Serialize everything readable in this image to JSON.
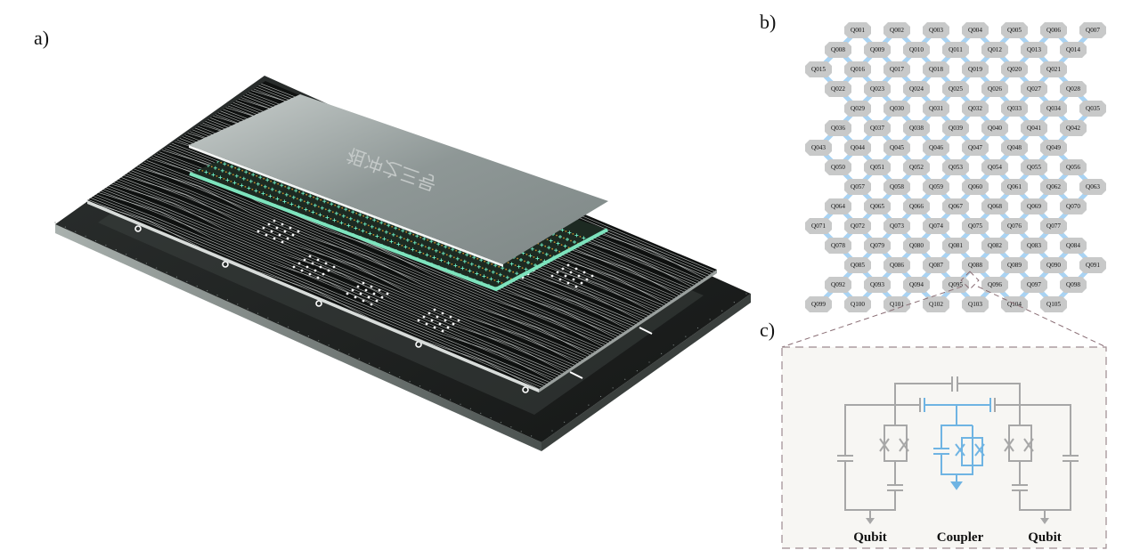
{
  "panel_labels": {
    "a": "a)",
    "b": "b)",
    "c": "c)"
  },
  "chip": {
    "lettering": "祖冲之三号"
  },
  "qubit_grid": {
    "qubits": [
      "Q001",
      "Q002",
      "Q003",
      "Q004",
      "Q005",
      "Q006",
      "Q007",
      "Q008",
      "Q009",
      "Q010",
      "Q011",
      "Q012",
      "Q013",
      "Q014",
      "Q015",
      "Q016",
      "Q017",
      "Q018",
      "Q019",
      "Q020",
      "Q021",
      "Q022",
      "Q023",
      "Q024",
      "Q025",
      "Q026",
      "Q027",
      "Q028",
      "Q029",
      "Q030",
      "Q031",
      "Q032",
      "Q033",
      "Q034",
      "Q035",
      "Q036",
      "Q037",
      "Q038",
      "Q039",
      "Q040",
      "Q041",
      "Q042",
      "Q043",
      "Q044",
      "Q045",
      "Q046",
      "Q047",
      "Q048",
      "Q049",
      "Q050",
      "Q051",
      "Q052",
      "Q053",
      "Q054",
      "Q055",
      "Q056",
      "Q057",
      "Q058",
      "Q059",
      "Q060",
      "Q061",
      "Q062",
      "Q063",
      "Q064",
      "Q065",
      "Q066",
      "Q067",
      "Q068",
      "Q069",
      "Q070",
      "Q071",
      "Q072",
      "Q073",
      "Q074",
      "Q075",
      "Q076",
      "Q077",
      "Q078",
      "Q079",
      "Q080",
      "Q081",
      "Q082",
      "Q083",
      "Q084",
      "Q085",
      "Q086",
      "Q087",
      "Q088",
      "Q089",
      "Q090",
      "Q091",
      "Q092",
      "Q093",
      "Q094",
      "Q095",
      "Q096",
      "Q097",
      "Q098",
      "Q099",
      "Q100",
      "Q101",
      "Q102",
      "Q103",
      "Q104",
      "Q105"
    ],
    "qubits_per_row": 7,
    "rows": 15
  },
  "circuit": {
    "labels": {
      "qubit_left": "Qubit",
      "coupler": "Coupler",
      "qubit_right": "Qubit"
    }
  },
  "colors": {
    "qubit_node": "#c8c9c9",
    "coupling_edge": "#a9d3f3",
    "circuit_gray": "#a7a7a7",
    "circuit_blue": "#6fb4e3",
    "inset_bg": "#f7f6f3",
    "inset_border": "#9d8a8f",
    "chip_green": "#7de3bd"
  }
}
